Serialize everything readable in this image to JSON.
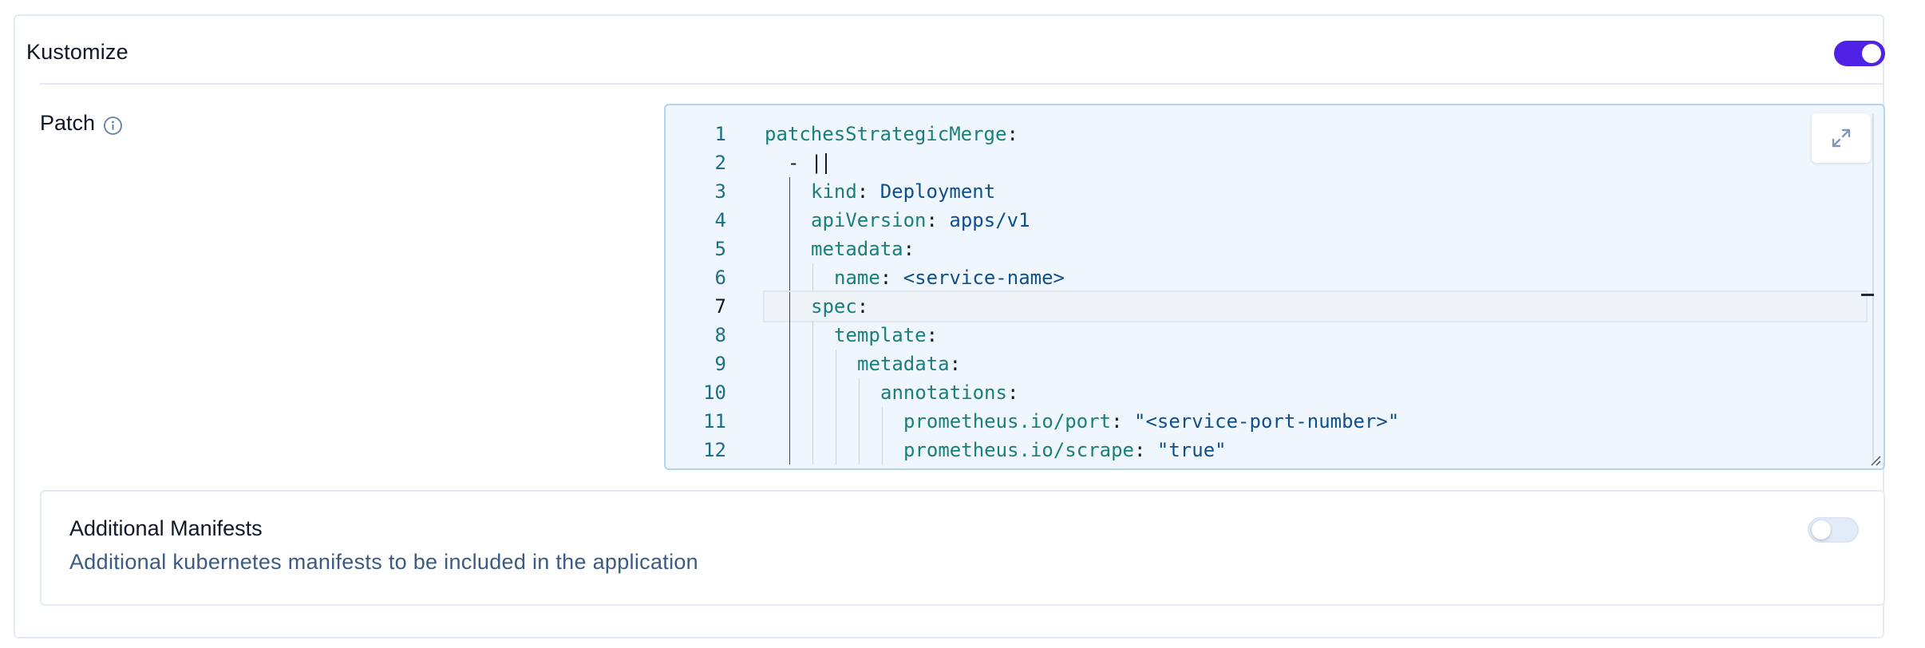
{
  "kustomize": {
    "title": "Kustomize",
    "enabled": true
  },
  "patch": {
    "label": "Patch",
    "info_icon": "info-icon",
    "expand_icon": "expand-icon",
    "line_numbers": [
      "1",
      "2",
      "3",
      "4",
      "5",
      "6",
      "7",
      "8",
      "9",
      "10",
      "11",
      "12"
    ],
    "active_line": 7,
    "lines": [
      {
        "indent": 0,
        "key": "patchesStrategicMerge",
        "sep": ":",
        "value": ""
      },
      {
        "indent": 1,
        "key": "",
        "sep": "- |",
        "value": ""
      },
      {
        "indent": 2,
        "key": "kind",
        "sep": ": ",
        "value": "Deployment"
      },
      {
        "indent": 2,
        "key": "apiVersion",
        "sep": ": ",
        "value": "apps/v1"
      },
      {
        "indent": 2,
        "key": "metadata",
        "sep": ":",
        "value": ""
      },
      {
        "indent": 3,
        "key": "name",
        "sep": ": ",
        "value": "<service-name>"
      },
      {
        "indent": 2,
        "key": "spec",
        "sep": ":",
        "value": ""
      },
      {
        "indent": 3,
        "key": "template",
        "sep": ":",
        "value": ""
      },
      {
        "indent": 4,
        "key": "metadata",
        "sep": ":",
        "value": ""
      },
      {
        "indent": 5,
        "key": "annotations",
        "sep": ":",
        "value": ""
      },
      {
        "indent": 6,
        "key": "prometheus.io/port",
        "sep": ": ",
        "value": "\"<service-port-number>\""
      },
      {
        "indent": 6,
        "key": "prometheus.io/scrape",
        "sep": ": ",
        "value": "\"true\""
      }
    ]
  },
  "additional_manifests": {
    "title": "Additional Manifests",
    "description": "Additional kubernetes manifests to be included in the application",
    "enabled": false
  },
  "colors": {
    "accent": "#4f22e6",
    "editor_bg": "#eff6fd",
    "editor_border": "#b4d2f2",
    "key": "#1a7f7a",
    "value": "#0f4f8c"
  }
}
